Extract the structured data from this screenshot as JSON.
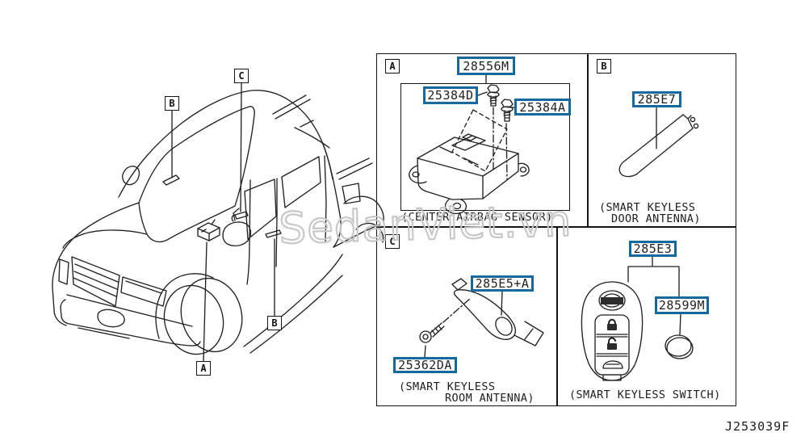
{
  "colors": {
    "highlight": "#15699e",
    "line": "#222222",
    "watermark": "#c6c6c6"
  },
  "watermark": "SedanViet.vn",
  "doc_code": "J253039F",
  "vehicle": {
    "callouts": [
      {
        "label": "B"
      },
      {
        "label": "C"
      },
      {
        "label": "B"
      },
      {
        "label": "A"
      }
    ]
  },
  "panels": {
    "a": {
      "letter": "A",
      "caption": "(CENTER AIRBAG SENSOR)",
      "parts": {
        "main": "28556M",
        "bolt_left": "25384D",
        "bolt_right": "25384A"
      }
    },
    "b": {
      "letter": "B",
      "caption_line1": "(SMART KEYLESS",
      "caption_line2": "DOOR ANTENNA)",
      "parts": {
        "antenna": "285E7"
      }
    },
    "c": {
      "letter": "C",
      "caption_line1": "(SMART KEYLESS",
      "caption_line2": "ROOM ANTENNA)",
      "parts": {
        "antenna": "285E5+A",
        "screw": "25362DA"
      }
    },
    "d": {
      "caption": "(SMART KEYLESS SWITCH)",
      "parts": {
        "fob": "285E3",
        "battery": "28599M"
      }
    }
  }
}
